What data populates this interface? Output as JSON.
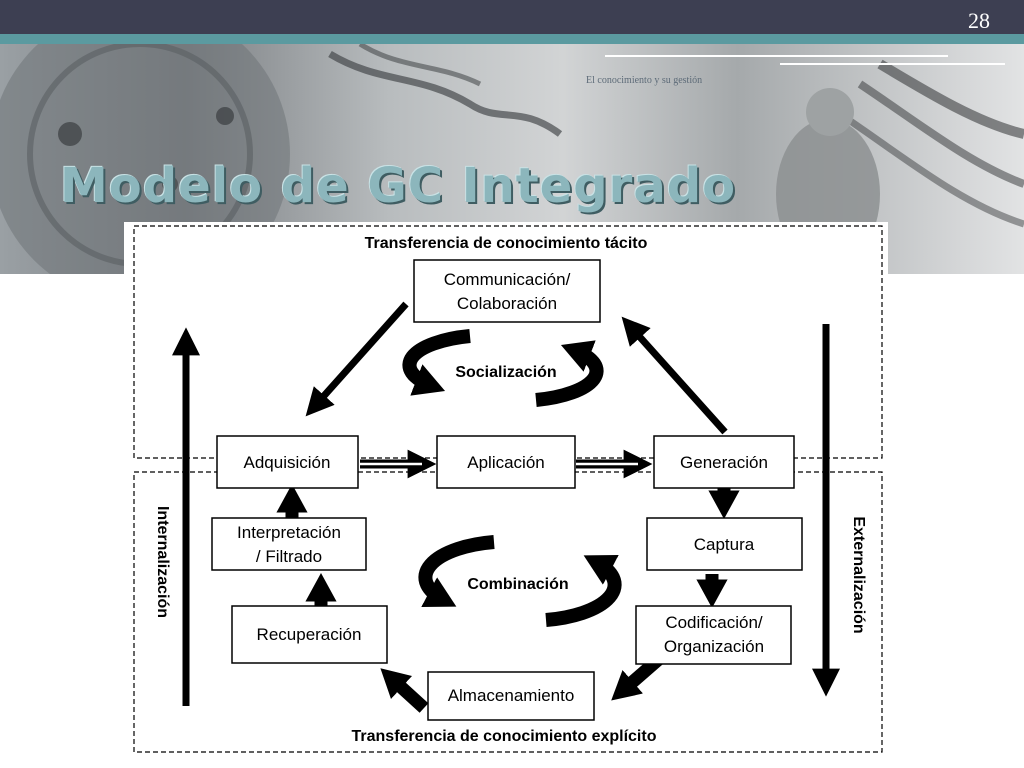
{
  "slide": {
    "number": "28",
    "subtitle": "El conocimiento y su gestión",
    "title": "Modelo de GC Integrado"
  },
  "diagram": {
    "region_tacit_label": "Transferencia de conocimiento tácito",
    "region_explicit_label": "Transferencia de conocimiento explícito",
    "boxes": {
      "communication": [
        "Communicación/",
        "Colaboración"
      ],
      "acquisition": "Adquisición",
      "application": "Aplicación",
      "generation": "Generación",
      "interpretation": [
        "Interpretación",
        "/ Filtrado"
      ],
      "capture": "Captura",
      "recovery": "Recuperación",
      "codification": [
        "Codificación/",
        "Organización"
      ],
      "storage": "Almacenamiento"
    },
    "cycles": {
      "socialization": "Socialización",
      "combination": "Combinación"
    },
    "side_labels": {
      "internalization": "Internalización",
      "externalization": "Externalización"
    }
  }
}
